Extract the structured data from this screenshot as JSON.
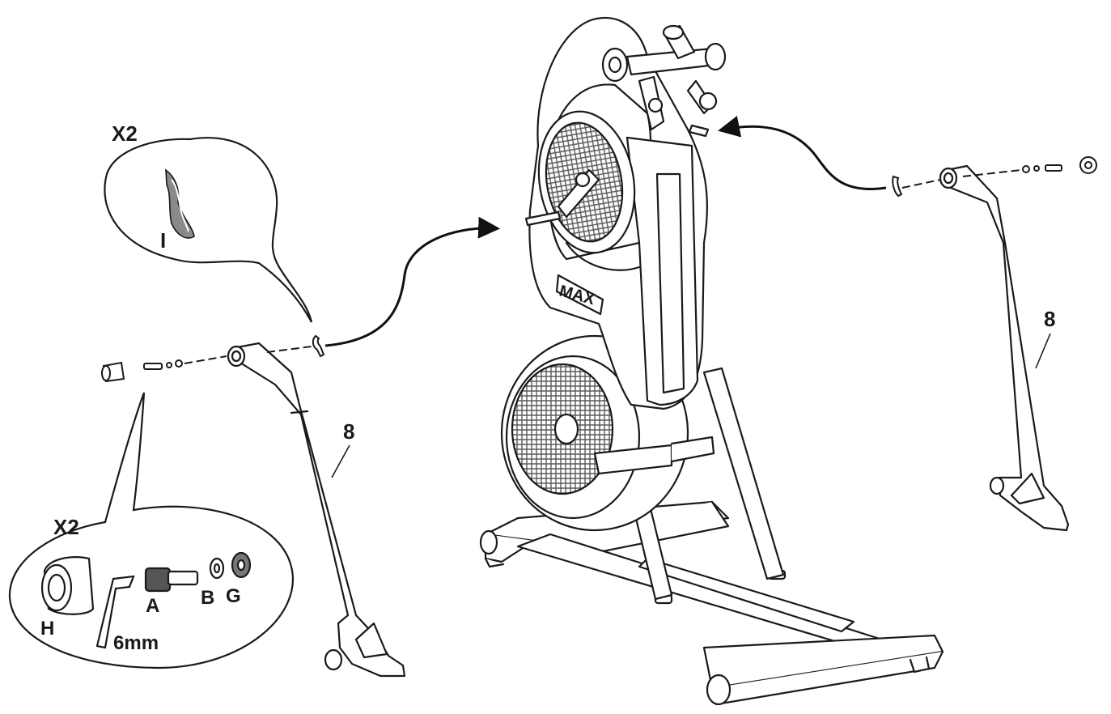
{
  "callouts": {
    "spacer": {
      "quantity": "X2",
      "part": "I"
    },
    "hardware": {
      "quantity": "X2",
      "parts": {
        "cap": "H",
        "bolt": "A",
        "lock_washer": "B",
        "flat_washer": "G"
      },
      "tool": "6mm"
    }
  },
  "parts": {
    "left_arm": "8",
    "right_arm": "8"
  },
  "colors": {
    "line": "#1a1a1a",
    "fill": "#ffffff",
    "mesh": "#6b6b6b",
    "accent": "#b9b9b9"
  }
}
